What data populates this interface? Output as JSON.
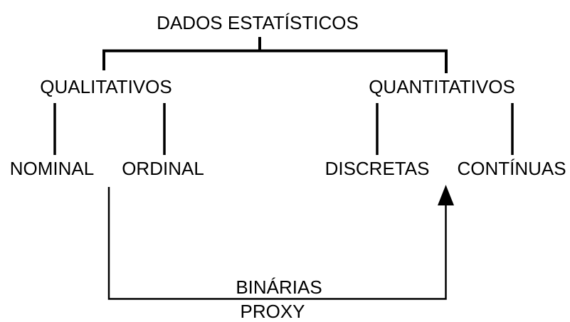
{
  "diagram": {
    "root": {
      "label": "DADOS ESTATÍSTICOS"
    },
    "branches": {
      "qualitativos": {
        "label": "QUALITATIVOS"
      },
      "quantitativos": {
        "label": "QUANTITATIVOS"
      }
    },
    "leaves": {
      "nominal": {
        "label": "NOMINAL",
        "parent": "qualitativos"
      },
      "ordinal": {
        "label": "ORDINAL",
        "parent": "qualitativos"
      },
      "discretas": {
        "label": "DISCRETAS",
        "parent": "quantitativos"
      },
      "continuas": {
        "label": "CONTÍNUAS",
        "parent": "quantitativos"
      }
    },
    "annotation": {
      "binarias": "BINÁRIAS",
      "proxy": "PROXY",
      "arrow_from": "nominal/ordinal",
      "arrow_to": "continuas"
    },
    "colors": {
      "background": "#ffffff",
      "line": "#000000",
      "text": "#000000"
    }
  }
}
